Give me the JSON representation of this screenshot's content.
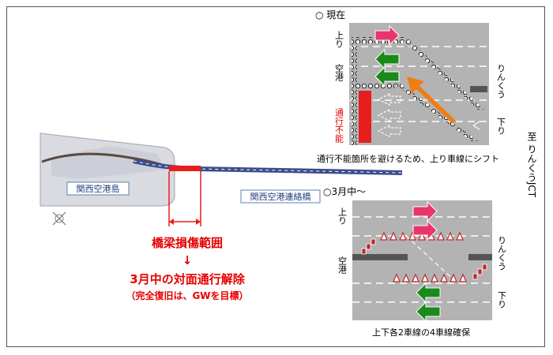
{
  "map": {
    "island_label": "関西空港島",
    "bridge_label": "関西空港連絡橋"
  },
  "damage": {
    "range_label": "橋梁損傷範囲",
    "arrow": "↓",
    "resume_label": "3月中の対面通行解除",
    "full_recovery_label": "（完全復旧は、GWを目標）"
  },
  "destination_label": "至 りんくうJCT",
  "panel_current": {
    "heading": "○ 現在",
    "left_top": "上り",
    "left_mid": "空港",
    "closed_label": "通行不能",
    "right_label": "りんくう",
    "right_bottom": "下り",
    "caption": "通行不能箇所を避けるため、上り車線にシフト"
  },
  "panel_march": {
    "heading": "○3月中～",
    "left_top": "上り",
    "left_mid": "空港",
    "right_label": "りんくう",
    "right_bottom": "下り",
    "caption": "上下各2車線の4車線確保"
  },
  "colors": {
    "road_gray": "#b3b3b3",
    "up_arrow_pink": "#e8366d",
    "down_arrow_green": "#1a8a1a",
    "shift_arrow_orange": "#f07d14",
    "closed_red": "#e61e1e",
    "bridge_blue": "#3c4c8c",
    "label_red": "#e60000"
  }
}
